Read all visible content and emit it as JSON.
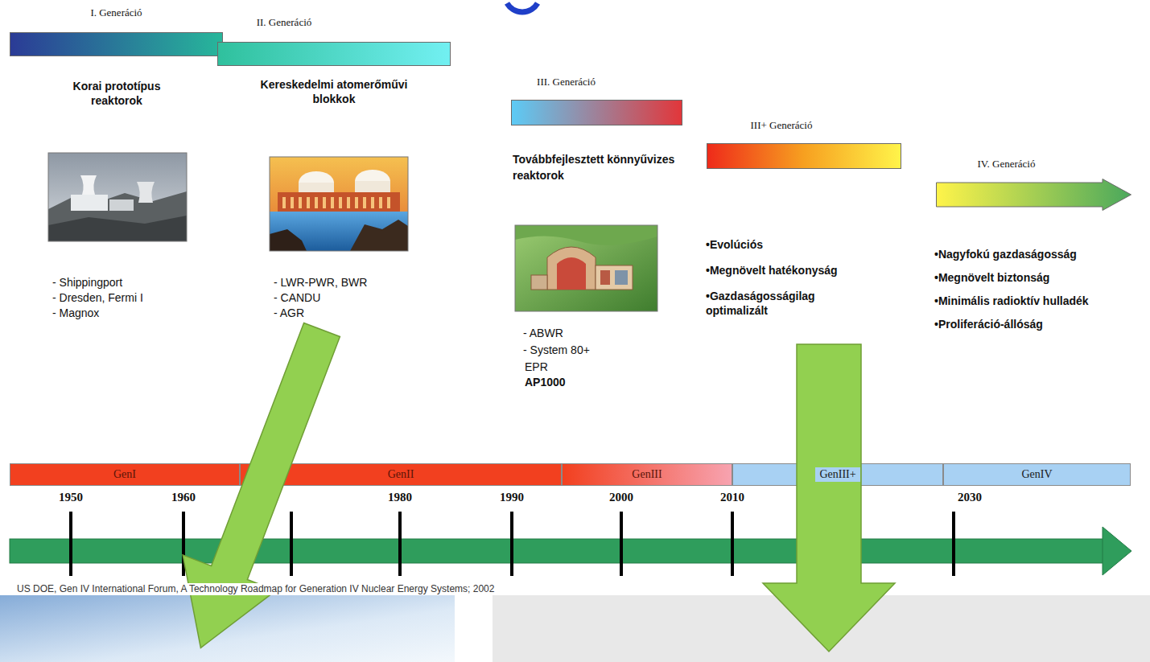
{
  "diagram": {
    "nodes": [
      {
        "text": [
          "I. Generáció"
        ]
      },
      {
        "text": [
          "II. Generáció"
        ]
      },
      {
        "text": [
          "III. Generáció"
        ]
      },
      {
        "text": [
          "III+ Generáció"
        ]
      },
      {
        "text": [
          "IV. Generáció"
        ]
      },
      {
        "text": [
          "GenI"
        ]
      },
      {
        "text": [
          "GenII"
        ]
      },
      {
        "text": [
          "GenIII"
        ]
      },
      {
        "text": [
          "GenIII+"
        ]
      },
      {
        "text": [
          "GenIV"
        ]
      }
    ],
    "labels": [
      "Korai prototípus reaktorok",
      "- Shippingport",
      "- Dresden, Fermi I",
      "- Magnox",
      "Kereskedelmi atomerőművi blokkok",
      "- LWR-PWR, BWR",
      "- CANDU",
      "- AGR",
      "Továbbfejlesztett könnyűvizes reaktorok",
      "- ABWR",
      "- System 80+",
      "EPR",
      "AP1000",
      "•Evolúciós",
      "•Megnövelt hatékonyság",
      "•Gazdaságosságilag optimalizált",
      "•Nagyfokú gazdaságosság",
      "•Megnövelt biztonság",
      "•Minimális radioktív hulladék",
      "•Proliferáció-állóság",
      "1950",
      "1960",
      "1980",
      "1990",
      "2000",
      "2010",
      "2030",
      "US DOE, Gen IV International Forum, A Technology Roadmap for Generation IV Nuclear Energy Systems; 2002"
    ]
  }
}
